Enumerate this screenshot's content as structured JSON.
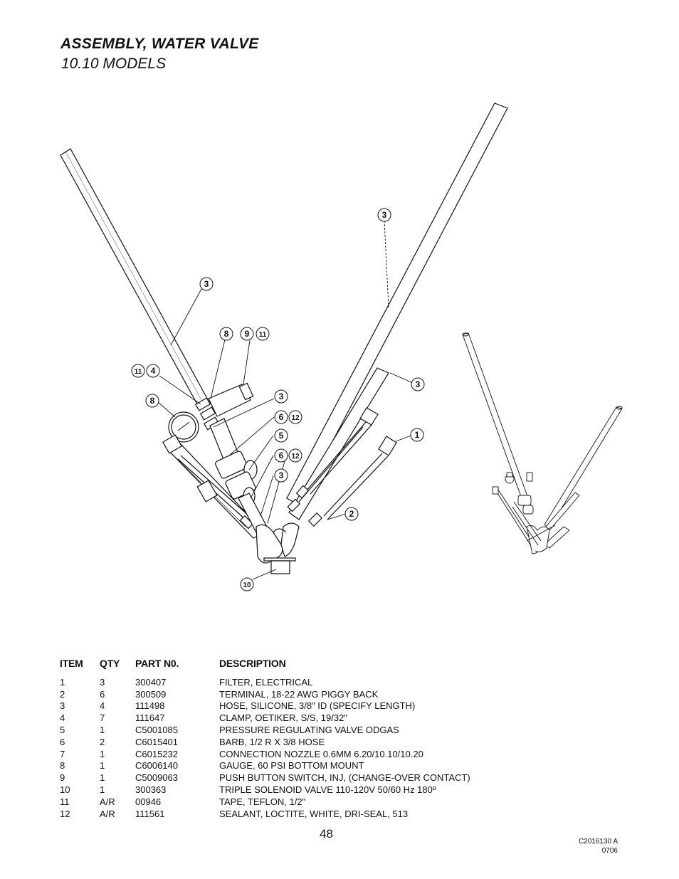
{
  "header": {
    "title": "ASSEMBLY, WATER VALVE",
    "subtitle": "10.10 MODELS"
  },
  "callouts": [
    "3",
    "3",
    "8",
    "9",
    "11",
    "11",
    "4",
    "3",
    "8",
    "3",
    "6",
    "12",
    "5",
    "6",
    "12",
    "3",
    "1",
    "2",
    "10"
  ],
  "table": {
    "headers": [
      "ITEM",
      "QTY",
      "PART N0.",
      "DESCRIPTION"
    ],
    "rows": [
      {
        "item": "1",
        "qty": "3",
        "part": "300407",
        "desc": "FILTER, ELECTRICAL"
      },
      {
        "item": "2",
        "qty": "6",
        "part": "300509",
        "desc": "TERMINAL, 18-22 AWG PIGGY BACK"
      },
      {
        "item": "3",
        "qty": "4",
        "part": "111498",
        "desc": "HOSE, SILICONE, 3/8\" ID (SPECIFY LENGTH)"
      },
      {
        "item": "4",
        "qty": "7",
        "part": "111647",
        "desc": "CLAMP, OETIKER, S/S, 19/32\""
      },
      {
        "item": "5",
        "qty": "1",
        "part": "C5001085",
        "desc": "PRESSURE REGULATING VALVE ODGAS"
      },
      {
        "item": "6",
        "qty": "2",
        "part": "C6015401",
        "desc": "BARB, 1/2 R X 3/8 HOSE"
      },
      {
        "item": "7",
        "qty": "1",
        "part": "C6015232",
        "desc": "CONNECTION NOZZLE 0.6MM 6.20/10.10/10.20"
      },
      {
        "item": "8",
        "qty": "1",
        "part": "C6006140",
        "desc": "GAUGE, 60 PSI BOTTOM MOUNT"
      },
      {
        "item": "9",
        "qty": "1",
        "part": "C5009063",
        "desc": "PUSH BUTTON SWITCH, INJ, (CHANGE-OVER CONTACT)"
      },
      {
        "item": "10",
        "qty": "1",
        "part": "300363",
        "desc": "TRIPLE SOLENOID VALVE 110-120V 50/60 Hz 180º"
      },
      {
        "item": "11",
        "qty": "A/R",
        "part": "00946",
        "desc": "TAPE, TEFLON, 1/2\""
      },
      {
        "item": "12",
        "qty": "A/R",
        "part": "111561",
        "desc": "SEALANT, LOCTITE, WHITE, DRI-SEAL, 513"
      }
    ]
  },
  "footer": {
    "page_number": "48",
    "doc_code": "C2016130 A",
    "doc_date": "0706"
  }
}
